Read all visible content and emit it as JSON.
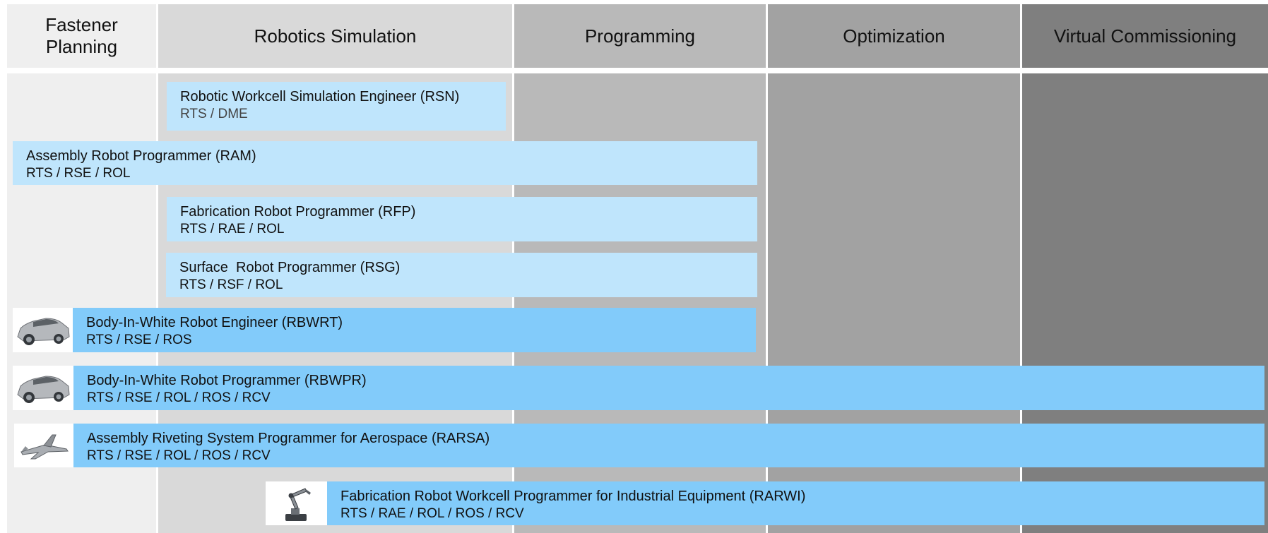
{
  "columns": [
    {
      "title": "Fastener Planning",
      "color": "#efefef"
    },
    {
      "title": "Robotics Simulation",
      "color": "#d9d9d9"
    },
    {
      "title": "Programming",
      "color": "#b9b9b9"
    },
    {
      "title": "Optimization",
      "color": "#a2a2a2"
    },
    {
      "title": "Virtual Commissioning",
      "color": "#7f7f7f"
    }
  ],
  "roles": [
    {
      "title": "Robotic Workcell Simulation Engineer (RSN)",
      "products": "RTS / DME",
      "style": "light",
      "icon": "none"
    },
    {
      "title": "Assembly Robot Programmer (RAM)",
      "products": "RTS / RSE / ROL",
      "style": "light",
      "icon": "none"
    },
    {
      "title": "Fabrication Robot Programmer (RFP)",
      "products": "RTS / RAE / ROL",
      "style": "light",
      "icon": "none"
    },
    {
      "title": "Surface  Robot Programmer (RSG)",
      "products": "RTS / RSF / ROL",
      "style": "light",
      "icon": "none"
    },
    {
      "title": "Body-In-White Robot Engineer (RBWRT)",
      "products": "RTS / RSE / ROS",
      "style": "dark",
      "icon": "car-icon"
    },
    {
      "title": "Body-In-White Robot Programmer (RBWPR)",
      "products": "RTS / RSE / ROL / ROS / RCV",
      "style": "dark",
      "icon": "car-icon"
    },
    {
      "title": "Assembly Riveting System Programmer for Aerospace (RARSA)",
      "products": "RTS / RSE / ROL / ROS / RCV",
      "style": "dark",
      "icon": "jet-icon"
    },
    {
      "title": "Fabrication Robot Workcell Programmer for Industrial Equipment (RARWI)",
      "products": "RTS / RAE / ROL / ROS / RCV",
      "style": "dark",
      "icon": "robot-arm-icon"
    }
  ]
}
